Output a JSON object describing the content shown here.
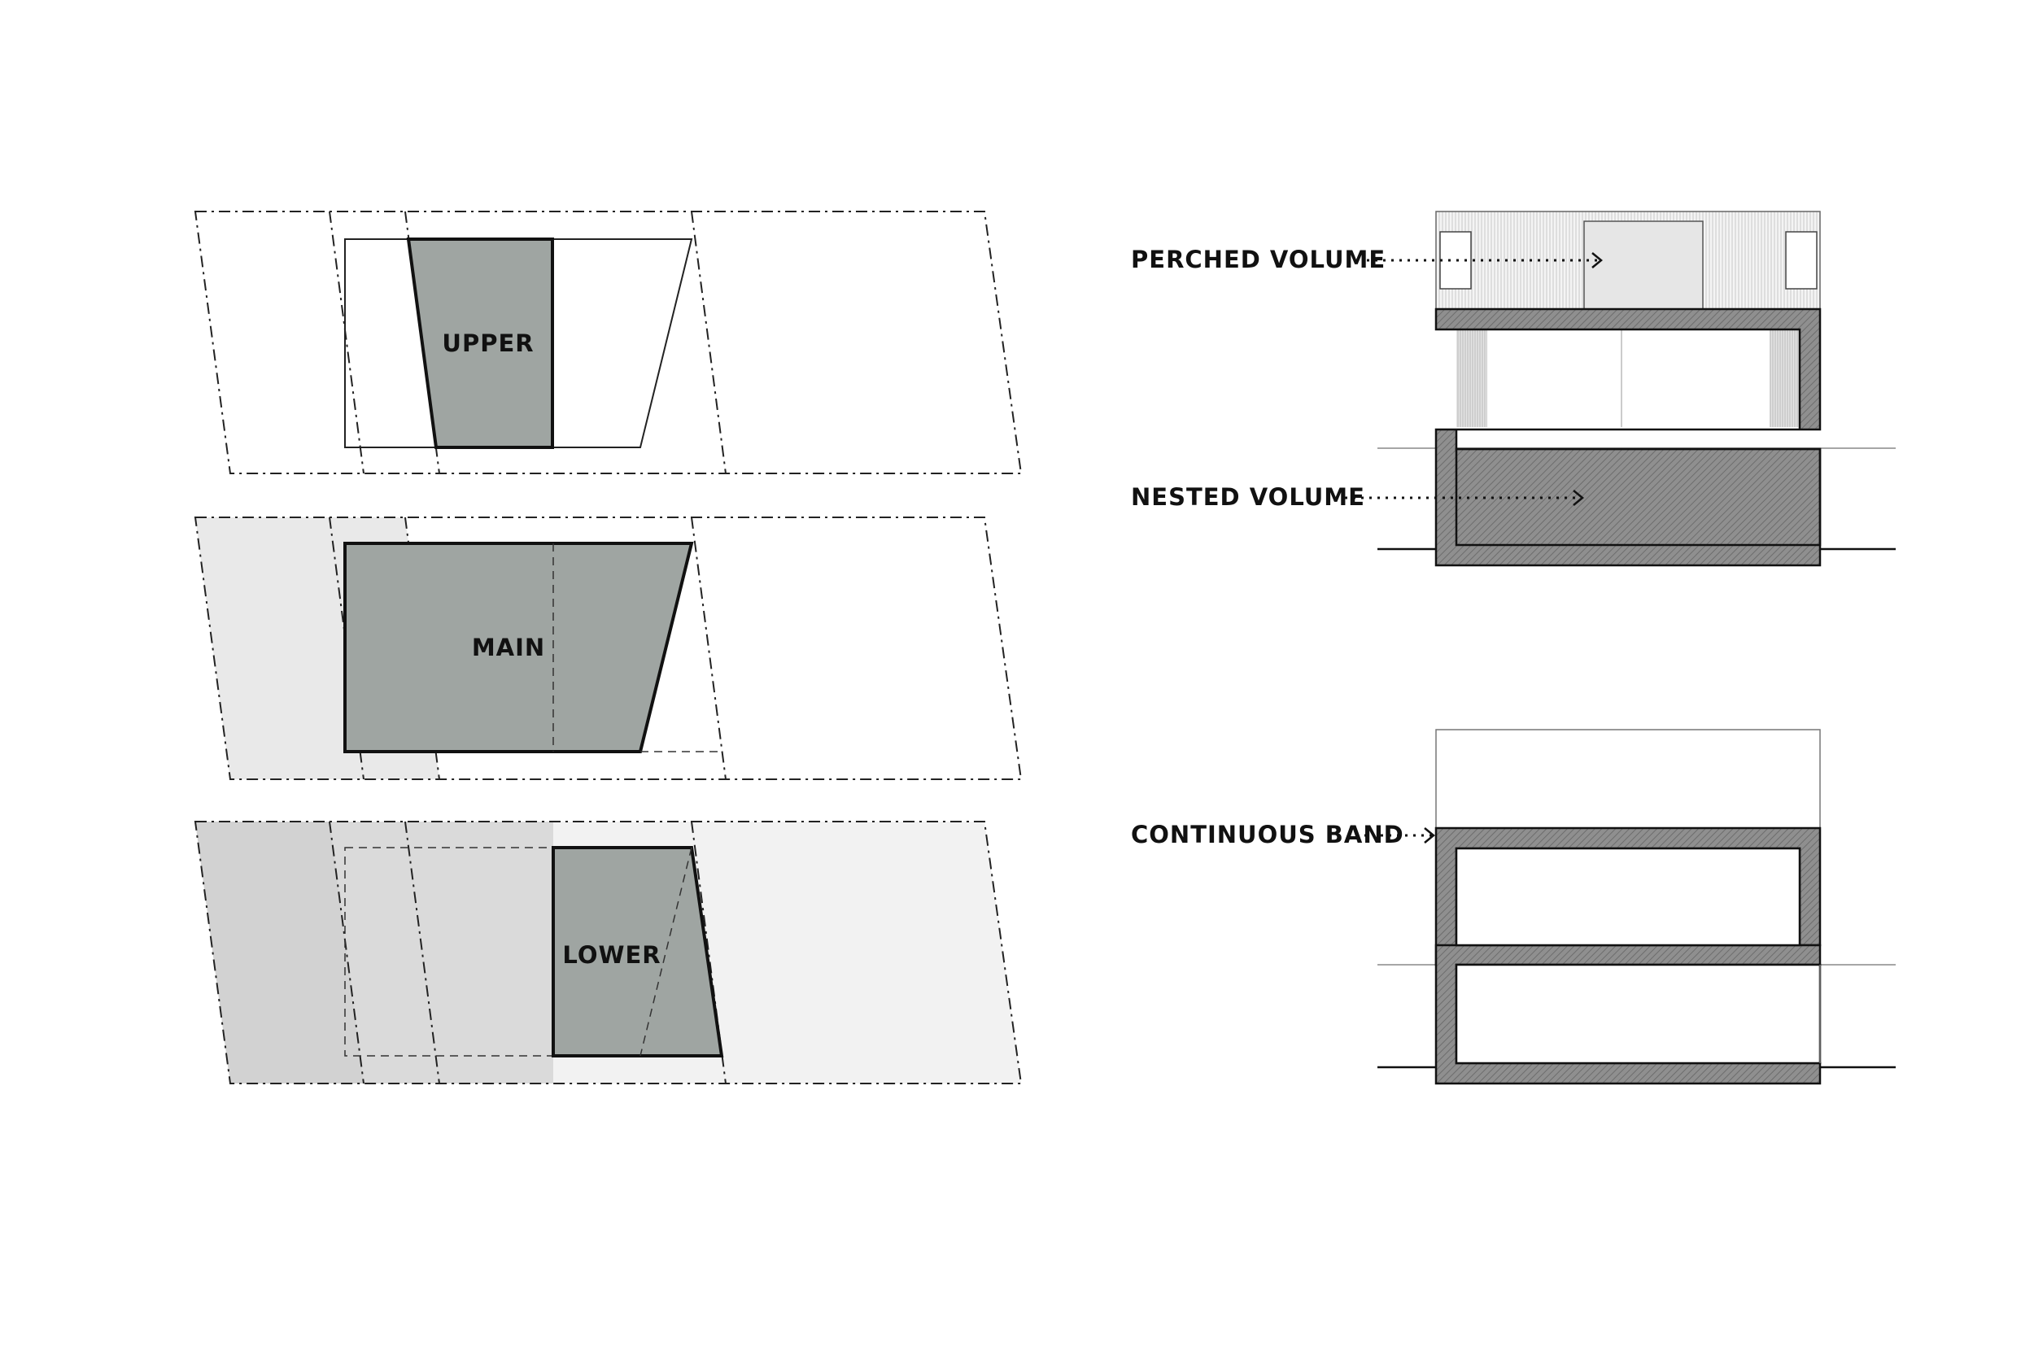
{
  "plans": {
    "upper": "UPPER",
    "main": "MAIN",
    "lower": "LOWER"
  },
  "sections": {
    "perched_volume": "PERCHED VOLUME",
    "nested_volume": "NESTED VOLUME",
    "continuous_band": "CONTINUOUS BAND"
  },
  "colors": {
    "volume_fill": "#9fa5a2",
    "light_fill": "#e9e9e9",
    "mid_fill": "#dadada",
    "pale_fill": "#f2f2f2",
    "wall_fill": "#8f8f8f",
    "line": "#111111"
  }
}
